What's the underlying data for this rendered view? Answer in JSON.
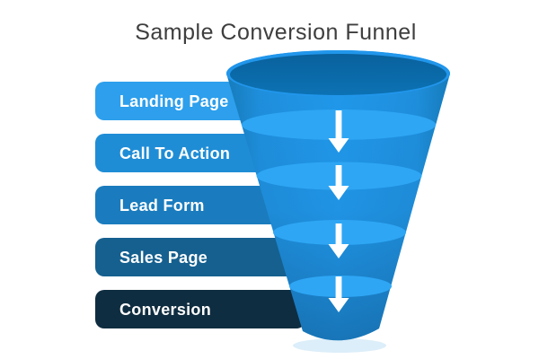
{
  "title": "Sample Conversion Funnel",
  "stages": [
    {
      "label": "Landing Page",
      "color": "#2D9FEC"
    },
    {
      "label": "Call To Action",
      "color": "#1F8DD6"
    },
    {
      "label": "Lead Form",
      "color": "#1A7CBE"
    },
    {
      "label": "Sales Page",
      "color": "#15608F"
    },
    {
      "label": "Conversion",
      "color": "#0F2D40"
    }
  ],
  "funnel": {
    "levels": 4,
    "mouth_color": "#0B68A8",
    "rim_color": "#2196EB",
    "pool_color": "#2EA6F4",
    "arrow_color": "#FFFFFF",
    "arrow_icon": "down-arrow"
  },
  "colors": {
    "background": "#FFFFFF",
    "title_text": "#3E3E3E",
    "stage_text": "#FFFFFF"
  }
}
